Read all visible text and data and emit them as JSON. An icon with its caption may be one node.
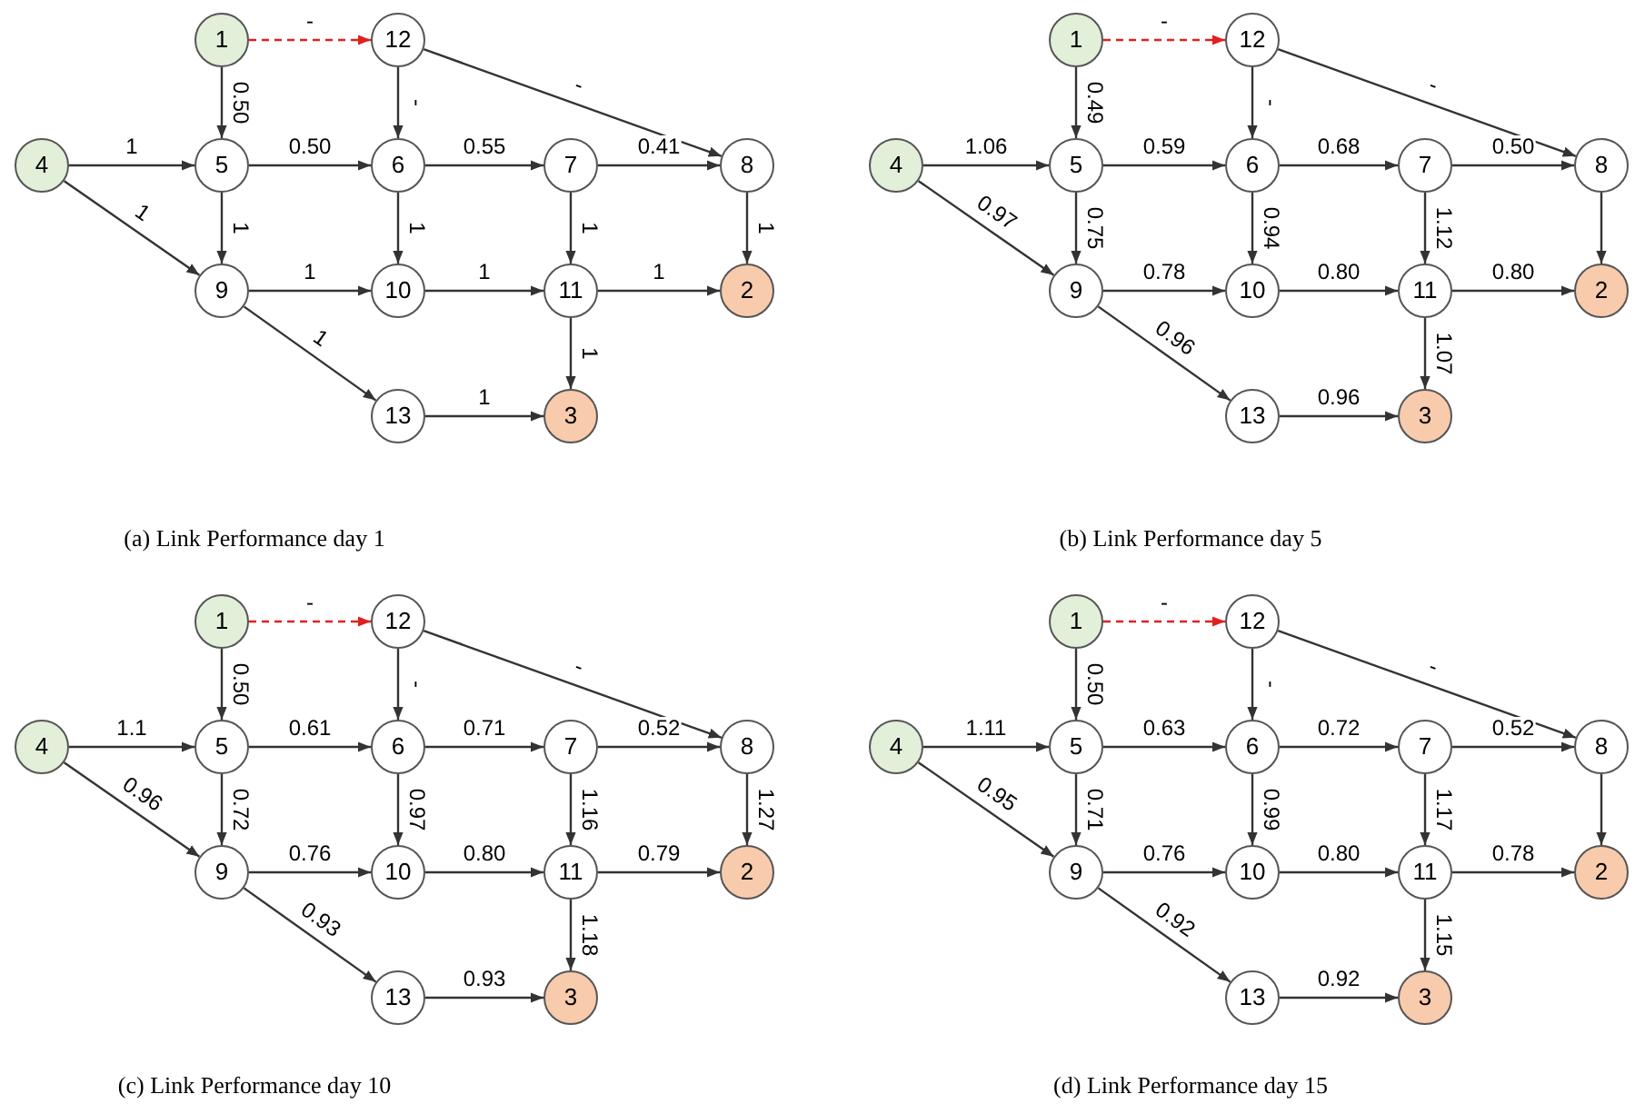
{
  "diagram": {
    "nodes": [
      {
        "text": [
          "1"
        ]
      },
      {
        "text": [
          "12"
        ]
      },
      {
        "text": [
          "4"
        ]
      },
      {
        "text": [
          "5"
        ]
      },
      {
        "text": [
          "6"
        ]
      },
      {
        "text": [
          "7"
        ]
      },
      {
        "text": [
          "8"
        ]
      },
      {
        "text": [
          "9"
        ]
      },
      {
        "text": [
          "10"
        ]
      },
      {
        "text": [
          "11"
        ]
      },
      {
        "text": [
          "2"
        ]
      },
      {
        "text": [
          "13"
        ]
      },
      {
        "text": [
          "3"
        ]
      },
      {
        "text": [
          "1"
        ]
      },
      {
        "text": [
          "12"
        ]
      },
      {
        "text": [
          "4"
        ]
      },
      {
        "text": [
          "5"
        ]
      },
      {
        "text": [
          "6"
        ]
      },
      {
        "text": [
          "7"
        ]
      },
      {
        "text": [
          "8"
        ]
      },
      {
        "text": [
          "9"
        ]
      },
      {
        "text": [
          "10"
        ]
      },
      {
        "text": [
          "11"
        ]
      },
      {
        "text": [
          "2"
        ]
      },
      {
        "text": [
          "13"
        ]
      },
      {
        "text": [
          "3"
        ]
      },
      {
        "text": [
          "1"
        ]
      },
      {
        "text": [
          "12"
        ]
      },
      {
        "text": [
          "4"
        ]
      },
      {
        "text": [
          "5"
        ]
      },
      {
        "text": [
          "6"
        ]
      },
      {
        "text": [
          "7"
        ]
      },
      {
        "text": [
          "8"
        ]
      },
      {
        "text": [
          "9"
        ]
      },
      {
        "text": [
          "10"
        ]
      },
      {
        "text": [
          "11"
        ]
      },
      {
        "text": [
          "2"
        ]
      },
      {
        "text": [
          "13"
        ]
      },
      {
        "text": [
          "3"
        ]
      },
      {
        "text": [
          "1"
        ]
      },
      {
        "text": [
          "12"
        ]
      },
      {
        "text": [
          "4"
        ]
      },
      {
        "text": [
          "5"
        ]
      },
      {
        "text": [
          "6"
        ]
      },
      {
        "text": [
          "7"
        ]
      },
      {
        "text": [
          "8"
        ]
      },
      {
        "text": [
          "9"
        ]
      },
      {
        "text": [
          "10"
        ]
      },
      {
        "text": [
          "11"
        ]
      },
      {
        "text": [
          "2"
        ]
      },
      {
        "text": [
          "13"
        ]
      },
      {
        "text": [
          "3"
        ]
      }
    ],
    "edges": [
      {
        "from": 0,
        "to": 1,
        "arrow": "to",
        "label": "-",
        "style": "dashed",
        "color": "#e02020"
      },
      {
        "from": 1,
        "to": 4,
        "arrow": "to",
        "label": "-"
      },
      {
        "from": 1,
        "to": 6,
        "arrow": "to",
        "label": "-"
      },
      {
        "from": 0,
        "to": 3,
        "arrow": "to",
        "label": "0.50"
      },
      {
        "from": 2,
        "to": 3,
        "arrow": "to",
        "label": "1"
      },
      {
        "from": 2,
        "to": 7,
        "arrow": "to",
        "label": "1"
      },
      {
        "from": 3,
        "to": 4,
        "arrow": "to",
        "label": "0.50"
      },
      {
        "from": 3,
        "to": 7,
        "arrow": "to",
        "label": "1"
      },
      {
        "from": 4,
        "to": 5,
        "arrow": "to",
        "label": "0.55"
      },
      {
        "from": 4,
        "to": 8,
        "arrow": "to",
        "label": "1"
      },
      {
        "from": 5,
        "to": 6,
        "arrow": "to",
        "label": "0.41"
      },
      {
        "from": 5,
        "to": 9,
        "arrow": "to",
        "label": "1"
      },
      {
        "from": 6,
        "to": 10,
        "arrow": "to",
        "label": "1"
      },
      {
        "from": 7,
        "to": 8,
        "arrow": "to",
        "label": "1"
      },
      {
        "from": 7,
        "to": 11,
        "arrow": "to",
        "label": "1"
      },
      {
        "from": 8,
        "to": 9,
        "arrow": "to",
        "label": "1"
      },
      {
        "from": 9,
        "to": 10,
        "arrow": "to",
        "label": "1"
      },
      {
        "from": 9,
        "to": 12,
        "arrow": "to",
        "label": "1"
      },
      {
        "from": 11,
        "to": 12,
        "arrow": "to",
        "label": "1"
      },
      {
        "from": 13,
        "to": 14,
        "arrow": "to",
        "label": "-",
        "style": "dashed",
        "color": "#e02020"
      },
      {
        "from": 14,
        "to": 17,
        "arrow": "to",
        "label": "-"
      },
      {
        "from": 14,
        "to": 19,
        "arrow": "to",
        "label": "-"
      },
      {
        "from": 13,
        "to": 16,
        "arrow": "to",
        "label": "0.49"
      },
      {
        "from": 15,
        "to": 16,
        "arrow": "to",
        "label": "1.06"
      },
      {
        "from": 15,
        "to": 20,
        "arrow": "to",
        "label": "0.97"
      },
      {
        "from": 16,
        "to": 17,
        "arrow": "to",
        "label": "0.59"
      },
      {
        "from": 16,
        "to": 20,
        "arrow": "to",
        "label": "0.75"
      },
      {
        "from": 17,
        "to": 18,
        "arrow": "to",
        "label": "0.68"
      },
      {
        "from": 17,
        "to": 21,
        "arrow": "to",
        "label": "0.94"
      },
      {
        "from": 18,
        "to": 19,
        "arrow": "to",
        "label": "0.50"
      },
      {
        "from": 18,
        "to": 22,
        "arrow": "to",
        "label": "1.12"
      },
      {
        "from": 19,
        "to": 23,
        "arrow": "to"
      },
      {
        "from": 20,
        "to": 21,
        "arrow": "to",
        "label": "0.78"
      },
      {
        "from": 20,
        "to": 24,
        "arrow": "to",
        "label": "0.96"
      },
      {
        "from": 21,
        "to": 22,
        "arrow": "to",
        "label": "0.80"
      },
      {
        "from": 22,
        "to": 23,
        "arrow": "to",
        "label": "0.80"
      },
      {
        "from": 22,
        "to": 25,
        "arrow": "to",
        "label": "1.07"
      },
      {
        "from": 24,
        "to": 25,
        "arrow": "to",
        "label": "0.96"
      },
      {
        "from": 26,
        "to": 27,
        "arrow": "to",
        "label": "-",
        "style": "dashed",
        "color": "#e02020"
      },
      {
        "from": 27,
        "to": 30,
        "arrow": "to",
        "label": "-"
      },
      {
        "from": 27,
        "to": 32,
        "arrow": "to",
        "label": "-"
      },
      {
        "from": 26,
        "to": 29,
        "arrow": "to",
        "label": "0.50"
      },
      {
        "from": 28,
        "to": 29,
        "arrow": "to",
        "label": "1.1"
      },
      {
        "from": 28,
        "to": 33,
        "arrow": "to",
        "label": "0.96"
      },
      {
        "from": 29,
        "to": 30,
        "arrow": "to",
        "label": "0.61"
      },
      {
        "from": 29,
        "to": 33,
        "arrow": "to",
        "label": "0.72"
      },
      {
        "from": 30,
        "to": 31,
        "arrow": "to",
        "label": "0.71"
      },
      {
        "from": 30,
        "to": 34,
        "arrow": "to",
        "label": "0.97"
      },
      {
        "from": 31,
        "to": 32,
        "arrow": "to",
        "label": "0.52"
      },
      {
        "from": 31,
        "to": 35,
        "arrow": "to",
        "label": "1.16"
      },
      {
        "from": 32,
        "to": 36,
        "arrow": "to",
        "label": "1.27"
      },
      {
        "from": 33,
        "to": 34,
        "arrow": "to",
        "label": "0.76"
      },
      {
        "from": 33,
        "to": 37,
        "arrow": "to",
        "label": "0.93"
      },
      {
        "from": 34,
        "to": 35,
        "arrow": "to",
        "label": "0.80"
      },
      {
        "from": 35,
        "to": 36,
        "arrow": "to",
        "label": "0.79"
      },
      {
        "from": 35,
        "to": 38,
        "arrow": "to",
        "label": "1.18"
      },
      {
        "from": 37,
        "to": 38,
        "arrow": "to",
        "label": "0.93"
      },
      {
        "from": 39,
        "to": 40,
        "arrow": "to",
        "label": "-",
        "style": "dashed",
        "color": "#e02020"
      },
      {
        "from": 40,
        "to": 43,
        "arrow": "to",
        "label": "-"
      },
      {
        "from": 40,
        "to": 45,
        "arrow": "to",
        "label": "-"
      },
      {
        "from": 39,
        "to": 42,
        "arrow": "to",
        "label": "0.50"
      },
      {
        "from": 41,
        "to": 42,
        "arrow": "to",
        "label": "1.11"
      },
      {
        "from": 41,
        "to": 46,
        "arrow": "to",
        "label": "0.95"
      },
      {
        "from": 42,
        "to": 43,
        "arrow": "to",
        "label": "0.63"
      },
      {
        "from": 42,
        "to": 46,
        "arrow": "to",
        "label": "0.71"
      },
      {
        "from": 43,
        "to": 44,
        "arrow": "to",
        "label": "0.72"
      },
      {
        "from": 43,
        "to": 47,
        "arrow": "to",
        "label": "0.99"
      },
      {
        "from": 44,
        "to": 45,
        "arrow": "to",
        "label": "0.52"
      },
      {
        "from": 44,
        "to": 48,
        "arrow": "to",
        "label": "1.17"
      },
      {
        "from": 45,
        "to": 49,
        "arrow": "to"
      },
      {
        "from": 46,
        "to": 47,
        "arrow": "to",
        "label": "0.76"
      },
      {
        "from": 46,
        "to": 50,
        "arrow": "to",
        "label": "0.92"
      },
      {
        "from": 47,
        "to": 48,
        "arrow": "to",
        "label": "0.80"
      },
      {
        "from": 48,
        "to": 49,
        "arrow": "to",
        "label": "0.78"
      },
      {
        "from": 48,
        "to": 51,
        "arrow": "to",
        "label": "1.15"
      },
      {
        "from": 50,
        "to": 51,
        "arrow": "to",
        "label": "0.92"
      }
    ],
    "labels": [
      "(a) Link Performance day 1",
      "(b) Link Performance day 5",
      "(c) Link Performance day 10",
      "(d) Link Performance day 15"
    ]
  }
}
